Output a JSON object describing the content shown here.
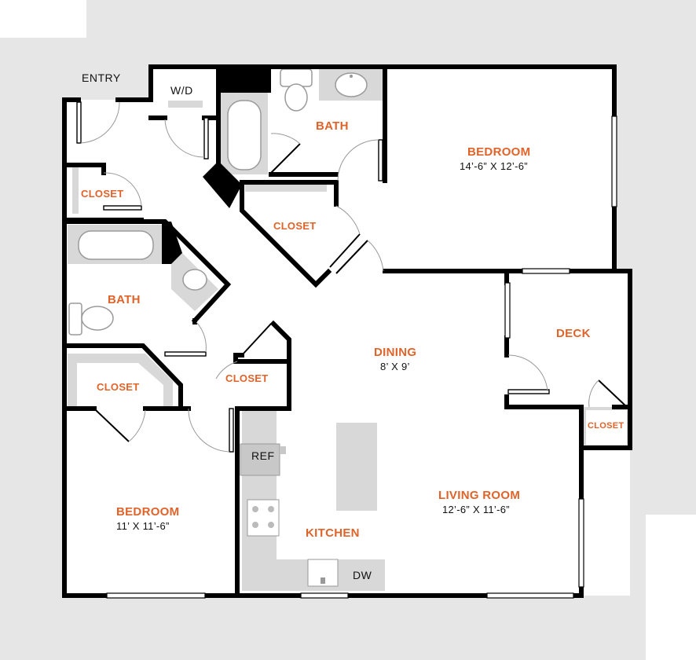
{
  "colors": {
    "background": "#ffffff",
    "outside": "#e6e6e6",
    "walls": "#000000",
    "room_labels": "#e0632a",
    "fixtures": "#d8d8d8"
  },
  "labels": {
    "entry": "ENTRY",
    "washer_dryer": "W/D",
    "bath_top": "BATH",
    "bedroom_main": "BEDROOM",
    "bedroom_main_dim": "14’-6” X 12’-6”",
    "closet_entry": "CLOSET",
    "closet_center": "CLOSET",
    "bath_left": "BATH",
    "closet_bed2": "CLOSET",
    "closet_hall": "CLOSET",
    "dining": "DINING",
    "dining_dim": "8’ X 9’",
    "deck": "DECK",
    "closet_deck": "CLOSET",
    "refrigerator": "REF",
    "bedroom_second": "BEDROOM",
    "bedroom_second_dim": "11’ X 11’-6”",
    "kitchen": "KITCHEN",
    "living_room": "LIVING ROOM",
    "living_room_dim": "12’-6” X 11’-6”",
    "dishwasher": "DW"
  },
  "icons": [
    "bathtub-icon",
    "toilet-icon",
    "sink-icon",
    "stove-icon",
    "refrigerator-icon",
    "kitchen-island-icon"
  ]
}
